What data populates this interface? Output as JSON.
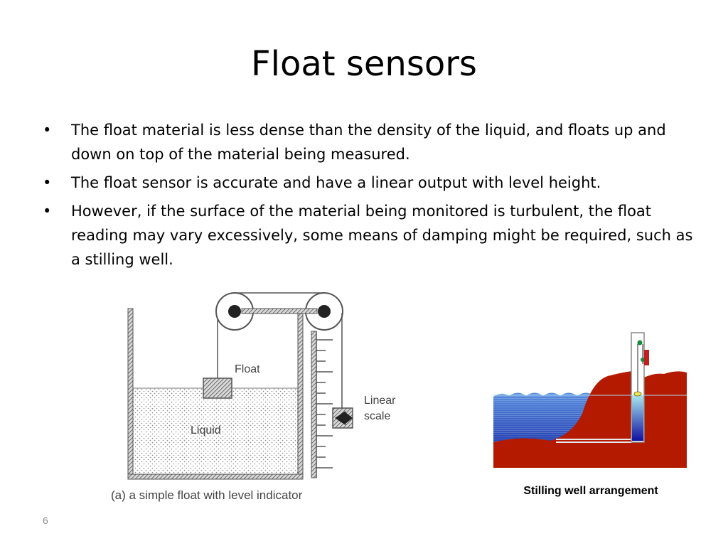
{
  "slide": {
    "title": "Float sensors",
    "bullets": [
      {
        "marker": "•",
        "text": "The float material is less dense than the density of the liquid, and floats up and down on top of the material being measured."
      },
      {
        "marker": "•",
        "text": "The float sensor is accurate and have a linear output with level height."
      },
      {
        "marker": "•",
        "text": "However, if the surface of the material being monitored is turbulent, the float reading may vary excessively, some means of damping might be required, such as a stilling well."
      }
    ],
    "slide_number": "6"
  },
  "figure_a": {
    "float_label": "Float",
    "liquid_label": "Liquid",
    "scale_label_line1": "Linear",
    "scale_label_line2": "scale",
    "caption": "(a) a simple float with level indicator"
  },
  "figure_b": {
    "caption": "Stilling well arrangement",
    "colors": {
      "ground": "#b31a00",
      "water_top": "#5a8fe0",
      "water_bottom": "#0a1a9a",
      "well_water_top": "#a8e8f0",
      "well_water_bottom": "#1010a0",
      "float": "#e8e860",
      "marker": "#c02020",
      "pulley": "#1a8a3a"
    }
  }
}
